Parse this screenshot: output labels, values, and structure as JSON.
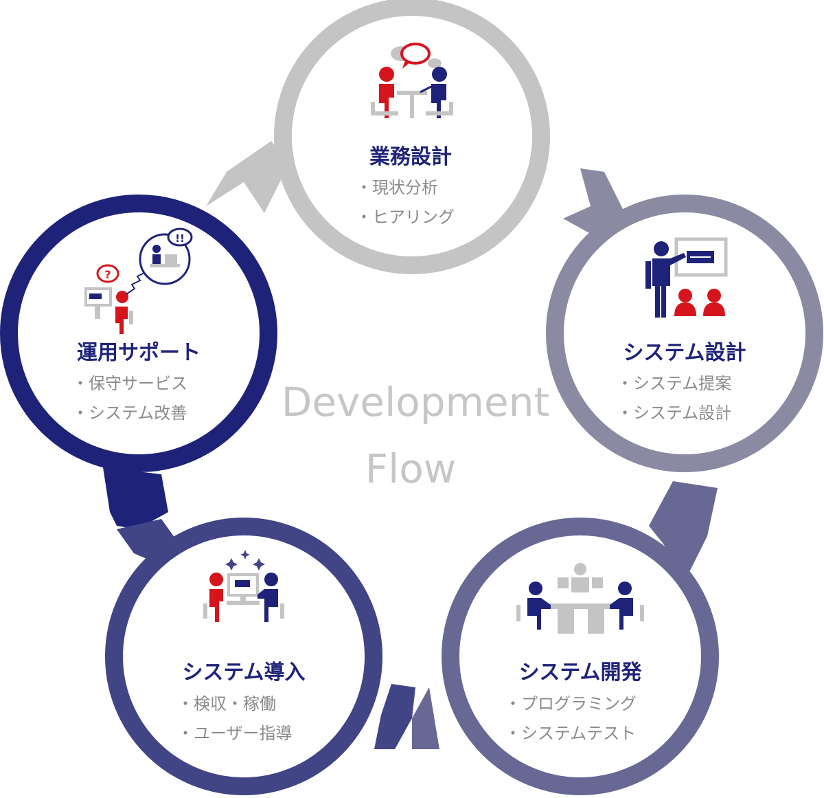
{
  "center": {
    "line1": "Development",
    "line2": "Flow"
  },
  "colors": {
    "gray": "#c4c4c4",
    "slate": "#8a8aa2",
    "indigo_light": "#676894",
    "indigo": "#414485",
    "navy": "#1e2379",
    "title_navy": "#1e2379",
    "accent_red": "#d6141c"
  },
  "steps": [
    {
      "title": "業務設計",
      "items": [
        "・現状分析",
        "・ヒアリング"
      ],
      "icon": "meeting-consultation-icon"
    },
    {
      "title": "システム設計",
      "items": [
        "・システム提案",
        "・システム設計"
      ],
      "icon": "presentation-icon"
    },
    {
      "title": "システム開発",
      "items": [
        "・プログラミング",
        "・システムテスト"
      ],
      "icon": "development-team-icon"
    },
    {
      "title": "システム導入",
      "items": [
        "・検収・稼働",
        "・ユーザー指導"
      ],
      "icon": "system-introduction-icon"
    },
    {
      "title": "運用サポート",
      "items": [
        "・保守サービス",
        "・システム改善"
      ],
      "icon": "support-call-icon"
    }
  ]
}
